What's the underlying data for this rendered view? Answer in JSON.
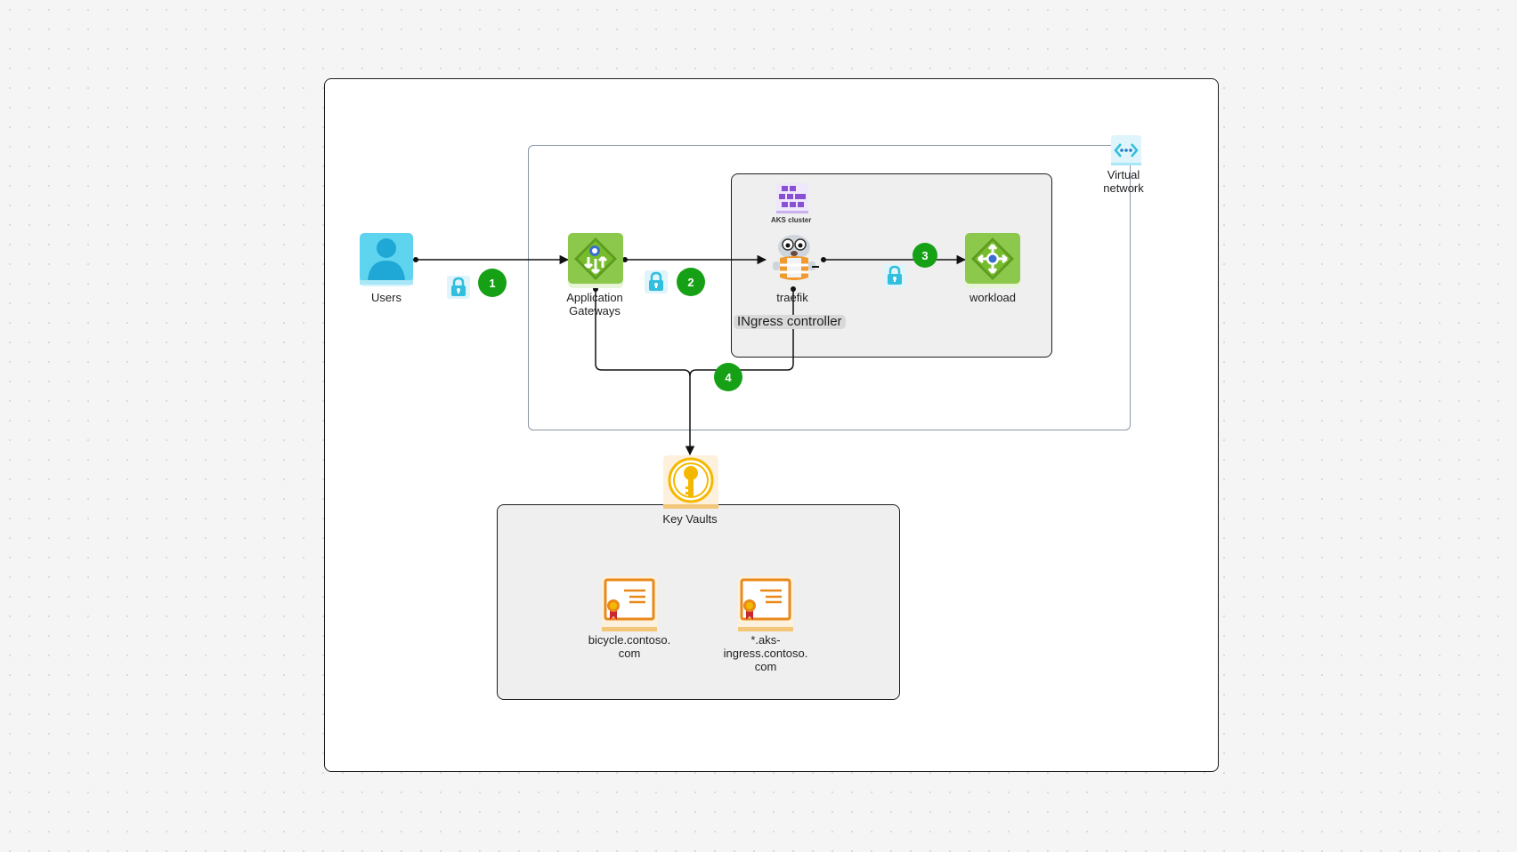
{
  "nodes": {
    "users": "Users",
    "app_gateway": "Application\nGateways",
    "traefik": "traefik",
    "workload": "workload",
    "virtual_network": "Virtual\nnetwork",
    "aks_cluster": "AKS cluster",
    "key_vaults": "Key Vaults",
    "cert_bicycle": "bicycle.contoso.\ncom",
    "cert_aks": "*.aks-\ningress.contoso.\ncom"
  },
  "ingress_tag": "INgress controller",
  "steps": [
    "1",
    "2",
    "3",
    "4"
  ],
  "colors": {
    "step_green": "#16a015",
    "azure_blue": "#32bedd",
    "gateway_green": "#76bc2d",
    "keyvault_gold": "#f5b800",
    "cert_orange": "#e8891a"
  }
}
